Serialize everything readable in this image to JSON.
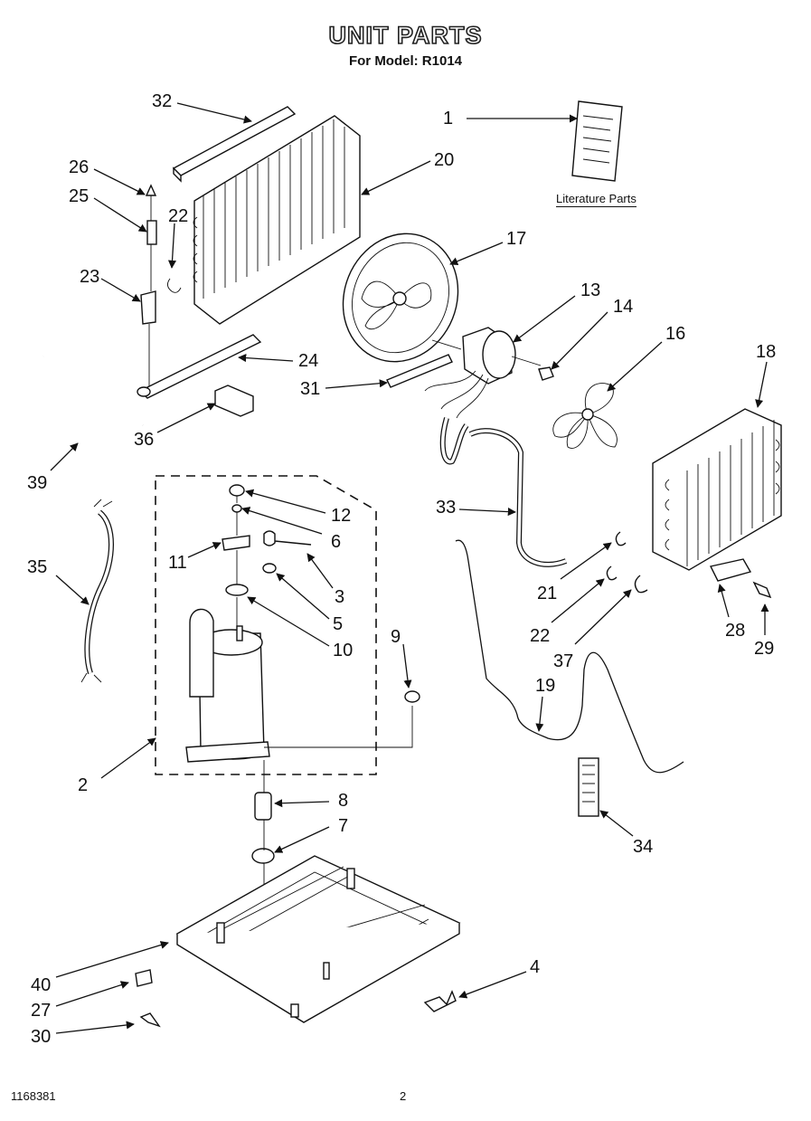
{
  "header": {
    "title": "UNIT PARTS",
    "subtitle": "For Model: R1014"
  },
  "literature_label": "Literature Parts",
  "footer": {
    "doc_number": "1168381",
    "page_number": "2"
  },
  "callouts": [
    "1",
    "2",
    "3",
    "4",
    "5",
    "6",
    "7",
    "8",
    "9",
    "10",
    "11",
    "12",
    "13",
    "14",
    "16",
    "17",
    "18",
    "19",
    "20",
    "21",
    "22",
    "22",
    "23",
    "24",
    "25",
    "26",
    "27",
    "28",
    "29",
    "30",
    "31",
    "32",
    "33",
    "34",
    "35",
    "36",
    "37",
    "39",
    "40"
  ]
}
